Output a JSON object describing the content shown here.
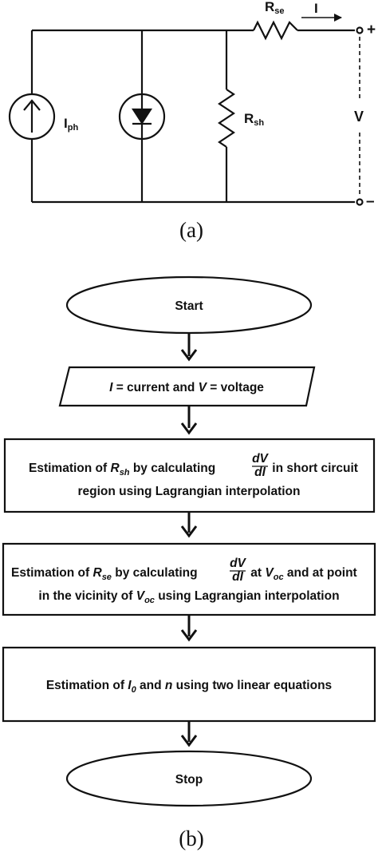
{
  "circuit": {
    "labels": {
      "iph_main": "I",
      "iph_sub": "ph",
      "rse_main": "R",
      "rse_sub": "se",
      "rsh_main": "R",
      "rsh_sub": "sh",
      "current": "I",
      "voltage": "V",
      "plus": "+",
      "minus": "–"
    },
    "caption": "(a)"
  },
  "flowchart": {
    "start": "Start",
    "stop": "Stop",
    "input": {
      "i_var": "I",
      "mid": " = current and ",
      "v_var": "V",
      "end": " = voltage"
    },
    "step1": {
      "line1_a": "Estimation of ",
      "line1_var": "R",
      "line1_sub": "sh",
      "line1_b": " by calculating ",
      "frac_num": "dV",
      "frac_den": "dI",
      "line1_c": " in short circuit",
      "line2": "region using Lagrangian interpolation"
    },
    "step2": {
      "line1_a": "Estimation of ",
      "line1_var": "R",
      "line1_sub": "se",
      "line1_b": " by calculating ",
      "frac_num": "dV",
      "frac_den": "dI",
      "line1_c": " at ",
      "line1_var2": "V",
      "line1_sub2": "oc",
      "line1_d": " and at point",
      "line2_a": "in the vicinity of ",
      "line2_var": "V",
      "line2_sub": "oc",
      "line2_b": " using Lagrangian interpolation"
    },
    "step3": {
      "a": "Estimation of ",
      "var1": "I",
      "sub1": "0",
      "b": " and ",
      "var2": "n",
      "c": " using two linear equations"
    },
    "caption": "(b)"
  }
}
